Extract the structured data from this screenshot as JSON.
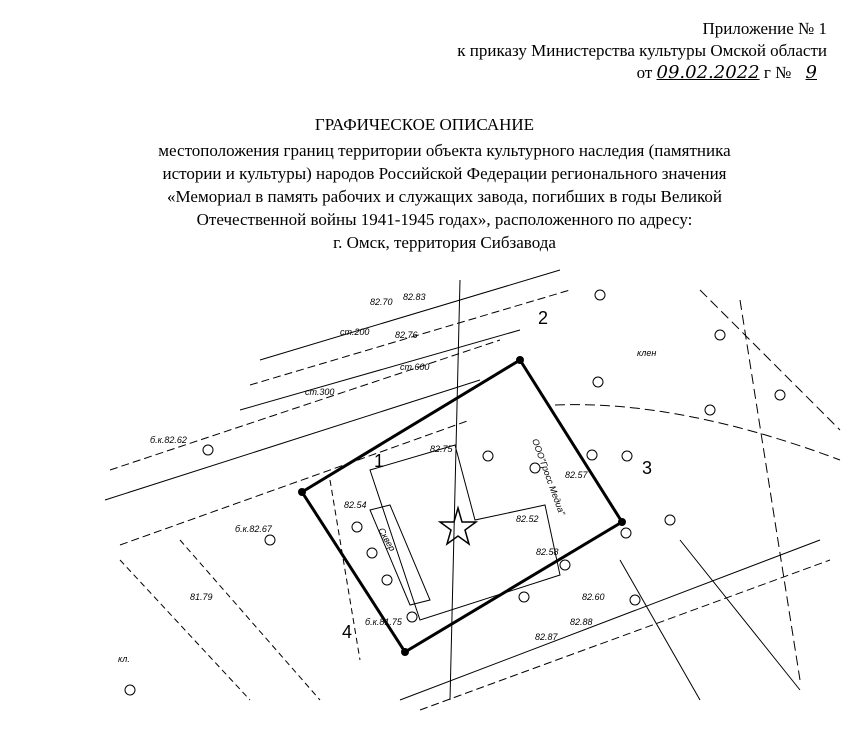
{
  "header": {
    "line1": "Приложение № 1",
    "line2": "к приказу Министерства культуры Омской области",
    "date_prefix": "от",
    "date_handwritten": "09.02.2022",
    "date_suffix": "г №",
    "number_handwritten": "9"
  },
  "title": "ГРАФИЧЕСКОЕ ОПИСАНИЕ",
  "description": [
    "местоположения границ территории объекта культурного наследия (памятника",
    "истории и культуры) народов Российской Федерации регионального значения",
    "«Мемориал в память рабочих и служащих завода, погибших в годы Великой",
    "Отечественной войны 1941-1945 годах», расположенного по адресу:",
    "г. Омск, территория Сибзавода"
  ],
  "map": {
    "points": [
      "1",
      "2",
      "3",
      "4"
    ],
    "elevations": [
      "82.75",
      "82.57",
      "82.52",
      "82.54",
      "82.58",
      "82.60",
      "82.88",
      "82.87",
      "81.79",
      "82.70",
      "82.83",
      "82.76",
      "б.к.81.75",
      "б.к.82.67",
      "б.к.82.62"
    ],
    "annotations": [
      "ст.300",
      "ст.600",
      "ст.200",
      "клен",
      "ООО\"Гросс Медиа\"",
      "Сквер",
      "кл."
    ]
  }
}
